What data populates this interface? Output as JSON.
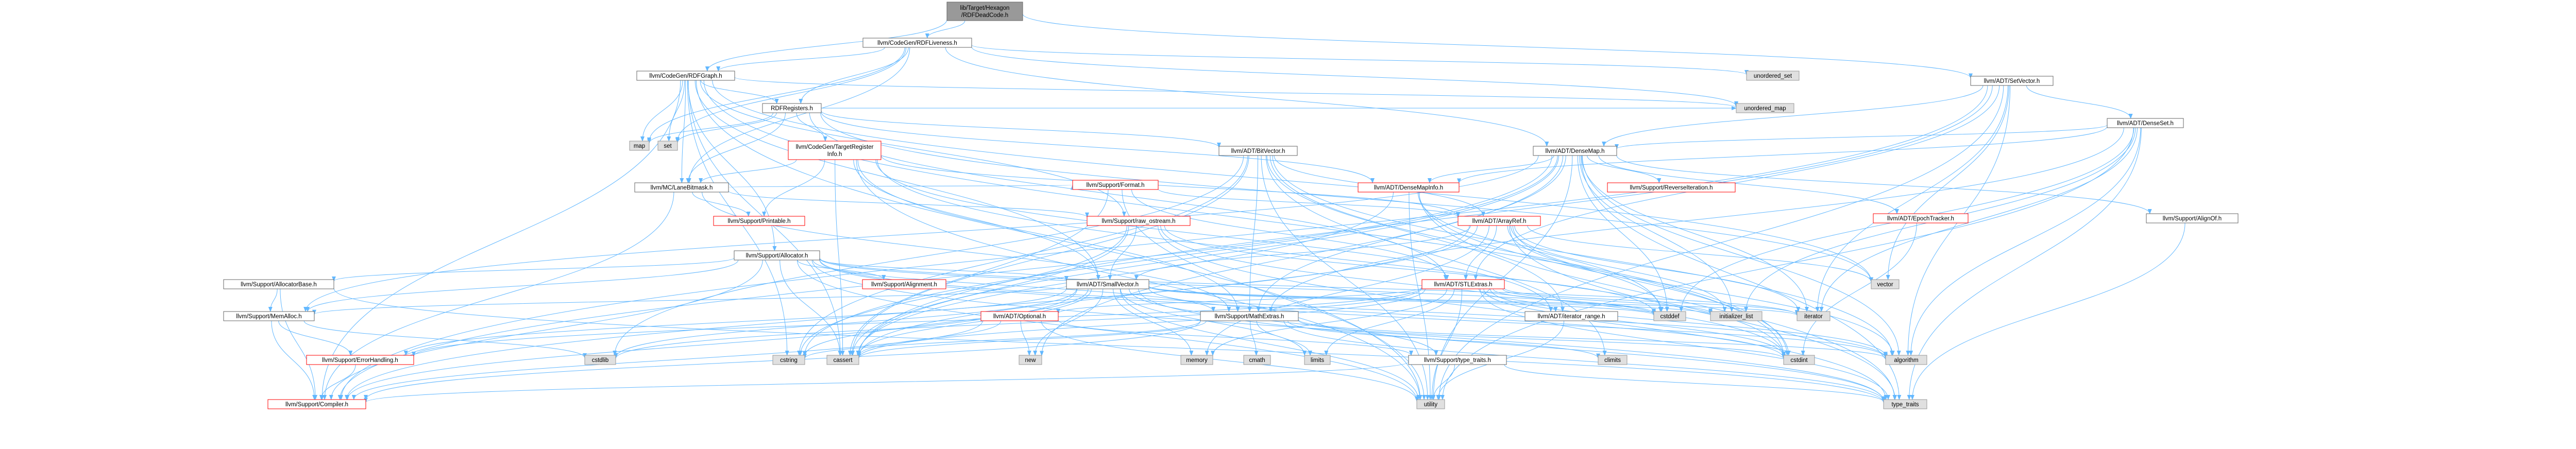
{
  "graph": {
    "nodes": [
      {
        "id": "root",
        "lines": [
          "lib/Target/Hexagon",
          "/RDFDeadCode.h"
        ],
        "kind": "root"
      },
      {
        "id": "rdfliveness",
        "lines": [
          "llvm/CodeGen/RDFLiveness.h"
        ],
        "kind": "normal"
      },
      {
        "id": "rdfgraph",
        "lines": [
          "llvm/CodeGen/RDFGraph.h"
        ],
        "kind": "normal"
      },
      {
        "id": "unordered_set",
        "lines": [
          "unordered_set"
        ],
        "kind": "system"
      },
      {
        "id": "setvector",
        "lines": [
          "llvm/ADT/SetVector.h"
        ],
        "kind": "normal"
      },
      {
        "id": "unordered_map",
        "lines": [
          "unordered_map"
        ],
        "kind": "system"
      },
      {
        "id": "rdfregisters",
        "lines": [
          "RDFRegisters.h"
        ],
        "kind": "normal"
      },
      {
        "id": "map",
        "lines": [
          "map"
        ],
        "kind": "system"
      },
      {
        "id": "set",
        "lines": [
          "set"
        ],
        "kind": "system"
      },
      {
        "id": "tri",
        "lines": [
          "llvm/CodeGen/TargetRegister",
          "Info.h"
        ],
        "kind": "red"
      },
      {
        "id": "densemap",
        "lines": [
          "llvm/ADT/DenseMap.h"
        ],
        "kind": "normal"
      },
      {
        "id": "denseset",
        "lines": [
          "llvm/ADT/DenseSet.h"
        ],
        "kind": "normal"
      },
      {
        "id": "bitvector",
        "lines": [
          "llvm/ADT/BitVector.h"
        ],
        "kind": "normal"
      },
      {
        "id": "lanebitmask",
        "lines": [
          "llvm/MC/LaneBitmask.h"
        ],
        "kind": "normal"
      },
      {
        "id": "format",
        "lines": [
          "llvm/Support/Format.h"
        ],
        "kind": "red"
      },
      {
        "id": "densemapinfo",
        "lines": [
          "llvm/ADT/DenseMapInfo.h"
        ],
        "kind": "red"
      },
      {
        "id": "reverseiter",
        "lines": [
          "llvm/Support/ReverseIteration.h"
        ],
        "kind": "red"
      },
      {
        "id": "printable",
        "lines": [
          "llvm/Support/Printable.h"
        ],
        "kind": "red"
      },
      {
        "id": "rawostream",
        "lines": [
          "llvm/Support/raw_ostream.h"
        ],
        "kind": "red"
      },
      {
        "id": "arrayref",
        "lines": [
          "llvm/ADT/ArrayRef.h"
        ],
        "kind": "red"
      },
      {
        "id": "epochtracker",
        "lines": [
          "llvm/ADT/EpochTracker.h"
        ],
        "kind": "red"
      },
      {
        "id": "alignof",
        "lines": [
          "llvm/Support/AlignOf.h"
        ],
        "kind": "normal"
      },
      {
        "id": "allocator",
        "lines": [
          "llvm/Support/Allocator.h"
        ],
        "kind": "normal"
      },
      {
        "id": "allocatorbase",
        "lines": [
          "llvm/Support/AllocatorBase.h"
        ],
        "kind": "normal"
      },
      {
        "id": "alignment",
        "lines": [
          "llvm/Support/Alignment.h"
        ],
        "kind": "red"
      },
      {
        "id": "smallvector",
        "lines": [
          "llvm/ADT/SmallVector.h"
        ],
        "kind": "normal"
      },
      {
        "id": "stlextras",
        "lines": [
          "llvm/ADT/STLExtras.h"
        ],
        "kind": "red"
      },
      {
        "id": "vector",
        "lines": [
          "vector"
        ],
        "kind": "system"
      },
      {
        "id": "memalloc",
        "lines": [
          "llvm/Support/MemAlloc.h"
        ],
        "kind": "normal"
      },
      {
        "id": "optional",
        "lines": [
          "llvm/ADT/Optional.h"
        ],
        "kind": "red"
      },
      {
        "id": "mathextras",
        "lines": [
          "llvm/Support/MathExtras.h"
        ],
        "kind": "normal"
      },
      {
        "id": "iterrange",
        "lines": [
          "llvm/ADT/iterator_range.h"
        ],
        "kind": "normal"
      },
      {
        "id": "cstddef",
        "lines": [
          "cstddef"
        ],
        "kind": "system"
      },
      {
        "id": "initlist",
        "lines": [
          "initializer_list"
        ],
        "kind": "system"
      },
      {
        "id": "iterator",
        "lines": [
          "iterator"
        ],
        "kind": "system"
      },
      {
        "id": "errorhandling",
        "lines": [
          "llvm/Support/ErrorHandling.h"
        ],
        "kind": "red"
      },
      {
        "id": "cstdlib",
        "lines": [
          "cstdlib"
        ],
        "kind": "system"
      },
      {
        "id": "cstring",
        "lines": [
          "cstring"
        ],
        "kind": "system"
      },
      {
        "id": "cassert",
        "lines": [
          "cassert"
        ],
        "kind": "system"
      },
      {
        "id": "new",
        "lines": [
          "new"
        ],
        "kind": "system"
      },
      {
        "id": "memory",
        "lines": [
          "memory"
        ],
        "kind": "system"
      },
      {
        "id": "cmath",
        "lines": [
          "cmath"
        ],
        "kind": "system"
      },
      {
        "id": "limits",
        "lines": [
          "limits"
        ],
        "kind": "system"
      },
      {
        "id": "typetraitsh",
        "lines": [
          "llvm/Support/type_traits.h"
        ],
        "kind": "normal"
      },
      {
        "id": "climits",
        "lines": [
          "climits"
        ],
        "kind": "system"
      },
      {
        "id": "cstdint",
        "lines": [
          "cstdint"
        ],
        "kind": "system"
      },
      {
        "id": "algorithm",
        "lines": [
          "algorithm"
        ],
        "kind": "system"
      },
      {
        "id": "compiler",
        "lines": [
          "llvm/Support/Compiler.h"
        ],
        "kind": "red"
      },
      {
        "id": "utility",
        "lines": [
          "utility"
        ],
        "kind": "system"
      },
      {
        "id": "type_traits",
        "lines": [
          "type_traits"
        ],
        "kind": "system"
      }
    ],
    "edges": [
      [
        "root",
        "rdfliveness"
      ],
      [
        "root",
        "rdfgraph"
      ],
      [
        "root",
        "setvector"
      ],
      [
        "rdfliveness",
        "rdfgraph"
      ],
      [
        "rdfliveness",
        "unordered_set"
      ],
      [
        "rdfliveness",
        "unordered_map"
      ],
      [
        "rdfliveness",
        "rdfregisters"
      ],
      [
        "rdfliveness",
        "map"
      ],
      [
        "rdfliveness",
        "set"
      ],
      [
        "rdfliveness",
        "densemap"
      ],
      [
        "rdfliveness",
        "lanebitmask"
      ],
      [
        "rdfgraph",
        "rdfregisters"
      ],
      [
        "rdfgraph",
        "map"
      ],
      [
        "rdfgraph",
        "set"
      ],
      [
        "rdfgraph",
        "unordered_map"
      ],
      [
        "rdfgraph",
        "lanebitmask"
      ],
      [
        "rdfgraph",
        "allocator"
      ],
      [
        "rdfgraph",
        "smallvector"
      ],
      [
        "rdfgraph",
        "rawostream"
      ],
      [
        "rdfgraph",
        "cassert"
      ],
      [
        "rdfgraph",
        "cstdint"
      ],
      [
        "rdfgraph",
        "compiler"
      ],
      [
        "rdfgraph",
        "utility"
      ],
      [
        "rdfgraph",
        "vector"
      ],
      [
        "rdfgraph",
        "cstring"
      ],
      [
        "rdfregisters",
        "tri"
      ],
      [
        "rdfregisters",
        "bitvector"
      ],
      [
        "rdfregisters",
        "lanebitmask"
      ],
      [
        "rdfregisters",
        "stlextras"
      ],
      [
        "rdfregisters",
        "map"
      ],
      [
        "rdfregisters",
        "set"
      ],
      [
        "rdfregisters",
        "vector"
      ],
      [
        "rdfregisters",
        "unordered_map"
      ],
      [
        "rdfregisters",
        "densemapinfo"
      ],
      [
        "tri",
        "arrayref"
      ],
      [
        "tri",
        "lanebitmask"
      ],
      [
        "tri",
        "printable"
      ],
      [
        "tri",
        "mathextras"
      ],
      [
        "tri",
        "iterrange"
      ],
      [
        "tri",
        "smallvector"
      ],
      [
        "tri",
        "cassert"
      ],
      [
        "tri",
        "cstdint"
      ],
      [
        "tri",
        "utility"
      ],
      [
        "setvector",
        "densemap"
      ],
      [
        "setvector",
        "denseset"
      ],
      [
        "setvector",
        "stlextras"
      ],
      [
        "setvector",
        "compiler"
      ],
      [
        "setvector",
        "algorithm"
      ],
      [
        "setvector",
        "cassert"
      ],
      [
        "setvector",
        "iterator"
      ],
      [
        "setvector",
        "utility"
      ],
      [
        "setvector",
        "vector"
      ],
      [
        "denseset",
        "densemap"
      ],
      [
        "denseset",
        "densemapinfo"
      ],
      [
        "denseset",
        "mathextras"
      ],
      [
        "denseset",
        "type_traits"
      ],
      [
        "denseset",
        "algorithm"
      ],
      [
        "denseset",
        "cstddef"
      ],
      [
        "denseset",
        "initlist"
      ],
      [
        "denseset",
        "iterator"
      ],
      [
        "denseset",
        "utility"
      ],
      [
        "densemap",
        "densemapinfo"
      ],
      [
        "densemap",
        "epochtracker"
      ],
      [
        "densemap",
        "alignof"
      ],
      [
        "densemap",
        "compiler"
      ],
      [
        "densemap",
        "mathextras"
      ],
      [
        "densemap",
        "memalloc"
      ],
      [
        "densemap",
        "reverseiter"
      ],
      [
        "densemap",
        "type_traits"
      ],
      [
        "densemap",
        "algorithm"
      ],
      [
        "densemap",
        "cassert"
      ],
      [
        "densemap",
        "cstddef"
      ],
      [
        "densemap",
        "cstring"
      ],
      [
        "densemap",
        "initlist"
      ],
      [
        "densemap",
        "iterator"
      ],
      [
        "densemap",
        "new"
      ],
      [
        "densemap",
        "utility"
      ],
      [
        "bitvector",
        "arrayref"
      ],
      [
        "bitvector",
        "iterrange"
      ],
      [
        "bitvector",
        "mathextras"
      ],
      [
        "bitvector",
        "algorithm"
      ],
      [
        "bitvector",
        "cassert"
      ],
      [
        "bitvector",
        "climits"
      ],
      [
        "bitvector",
        "cstdint"
      ],
      [
        "bitvector",
        "cstdlib"
      ],
      [
        "bitvector",
        "cstring"
      ],
      [
        "bitvector",
        "utility"
      ],
      [
        "lanebitmask",
        "compiler"
      ],
      [
        "lanebitmask",
        "format"
      ],
      [
        "lanebitmask",
        "mathextras"
      ],
      [
        "lanebitmask",
        "printable"
      ],
      [
        "lanebitmask",
        "rawostream"
      ],
      [
        "format",
        "arrayref"
      ],
      [
        "format",
        "stlextras"
      ],
      [
        "format",
        "cassert"
      ],
      [
        "format",
        "cstdio"
      ],
      [
        "format",
        "tuple"
      ],
      [
        "format",
        "utility"
      ],
      [
        "densemapinfo",
        "cassert"
      ],
      [
        "densemapinfo",
        "cstddef"
      ],
      [
        "densemapinfo",
        "cstdint"
      ],
      [
        "densemapinfo",
        "tuple"
      ],
      [
        "densemapinfo",
        "type_traits"
      ],
      [
        "densemapinfo",
        "utility"
      ],
      [
        "rawostream",
        "smallvector"
      ],
      [
        "rawostream",
        "cassert"
      ],
      [
        "rawostream",
        "cstddef"
      ],
      [
        "rawostream",
        "cstdint"
      ],
      [
        "rawostream",
        "cstring"
      ],
      [
        "rawostream",
        "type_traits"
      ],
      [
        "arrayref",
        "smallvector"
      ],
      [
        "arrayref",
        "stlextras"
      ],
      [
        "arrayref",
        "compiler"
      ],
      [
        "arrayref",
        "algorithm"
      ],
      [
        "arrayref",
        "cassert"
      ],
      [
        "arrayref",
        "cstddef"
      ],
      [
        "arrayref",
        "initlist"
      ],
      [
        "arrayref",
        "iterator"
      ],
      [
        "arrayref",
        "memory"
      ],
      [
        "arrayref",
        "type_traits"
      ],
      [
        "arrayref",
        "vector"
      ],
      [
        "epochtracker",
        "cstdint"
      ],
      [
        "alignof",
        "type_traits"
      ],
      [
        "allocator",
        "smallvector"
      ],
      [
        "allocator",
        "allocatorbase"
      ],
      [
        "allocator",
        "alignment"
      ],
      [
        "allocator",
        "compiler"
      ],
      [
        "allocator",
        "mathextras"
      ],
      [
        "allocator",
        "memalloc"
      ],
      [
        "allocator",
        "algorithm"
      ],
      [
        "allocator",
        "cassert"
      ],
      [
        "allocator",
        "cstddef"
      ],
      [
        "allocator",
        "cstdint"
      ],
      [
        "allocator",
        "iterator"
      ],
      [
        "allocator",
        "type_traits"
      ],
      [
        "allocator",
        "utility"
      ],
      [
        "allocatorbase",
        "compiler"
      ],
      [
        "allocatorbase",
        "memalloc"
      ],
      [
        "allocatorbase",
        "type_traits"
      ],
      [
        "smallvector",
        "compiler"
      ],
      [
        "smallvector",
        "errorhandling"
      ],
      [
        "smallvector",
        "memalloc"
      ],
      [
        "smallvector",
        "typetraitsh"
      ],
      [
        "smallvector",
        "algorithm"
      ],
      [
        "smallvector",
        "cassert"
      ],
      [
        "smallvector",
        "cstddef"
      ],
      [
        "smallvector",
        "cstdlib"
      ],
      [
        "smallvector",
        "cstring"
      ],
      [
        "smallvector",
        "functional"
      ],
      [
        "smallvector",
        "initlist"
      ],
      [
        "smallvector",
        "iterator"
      ],
      [
        "smallvector",
        "limits"
      ],
      [
        "smallvector",
        "memory"
      ],
      [
        "smallvector",
        "new"
      ],
      [
        "smallvector",
        "type_traits"
      ],
      [
        "smallvector",
        "utility"
      ],
      [
        "stlextras",
        "optional"
      ],
      [
        "stlextras",
        "iterrange"
      ],
      [
        "stlextras",
        "errorhandling"
      ],
      [
        "stlextras",
        "algorithm"
      ],
      [
        "stlextras",
        "cassert"
      ],
      [
        "stlextras",
        "cstddef"
      ],
      [
        "stlextras",
        "cstdint"
      ],
      [
        "stlextras",
        "cstdlib"
      ],
      [
        "stlextras",
        "initlist"
      ],
      [
        "stlextras",
        "iterator"
      ],
      [
        "stlextras",
        "limits"
      ],
      [
        "stlextras",
        "memory"
      ],
      [
        "stlextras",
        "type_traits"
      ],
      [
        "stlextras",
        "utility"
      ],
      [
        "memalloc",
        "compiler"
      ],
      [
        "memalloc",
        "errorhandling"
      ],
      [
        "memalloc",
        "cstdlib"
      ],
      [
        "optional",
        "compiler"
      ],
      [
        "optional",
        "typetraitsh"
      ],
      [
        "optional",
        "cassert"
      ],
      [
        "optional",
        "new"
      ],
      [
        "optional",
        "utility"
      ],
      [
        "mathextras",
        "compiler"
      ],
      [
        "mathextras",
        "cassert"
      ],
      [
        "mathextras",
        "climits"
      ],
      [
        "mathextras",
        "cmath"
      ],
      [
        "mathextras",
        "cstdint"
      ],
      [
        "mathextras",
        "cstring"
      ],
      [
        "mathextras",
        "limits"
      ],
      [
        "mathextras",
        "type_traits"
      ],
      [
        "mathextras",
        "algorithm"
      ],
      [
        "iterrange",
        "utility"
      ],
      [
        "errorhandling",
        "compiler"
      ],
      [
        "typetraitsh",
        "compiler"
      ],
      [
        "typetraitsh",
        "type_traits"
      ],
      [
        "typetraitsh",
        "utility"
      ]
    ]
  }
}
